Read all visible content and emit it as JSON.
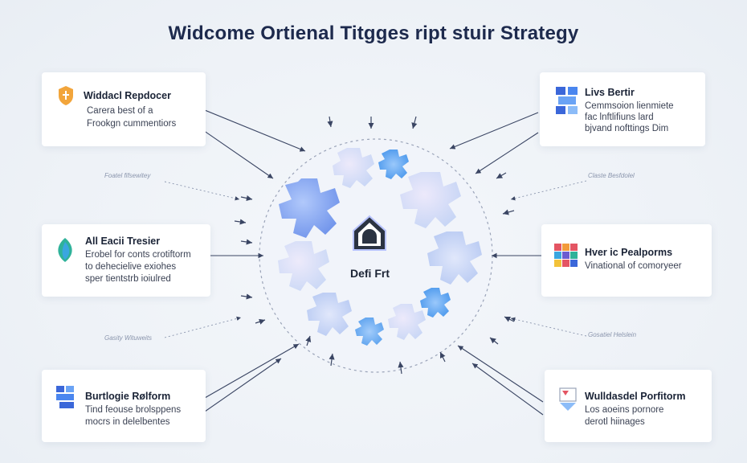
{
  "title": "Widcome Ortienal Titgges ript stuir Strategy",
  "center": {
    "label": "Defi Frt"
  },
  "cards": [
    {
      "id": "top-left",
      "title": "Widdacl Repdocer",
      "lines": [
        "Carera best of a",
        "Frookgn cummentiors"
      ]
    },
    {
      "id": "top-right",
      "title": "Livs Bertir",
      "lines": [
        "Cemmsoion lienmiete",
        "fac lnftlifiuns lard",
        "bjvand nofttings Dim"
      ]
    },
    {
      "id": "mid-left",
      "title": "All Eacii Tresier",
      "lines": [
        "Erobel for conts crotiftorm",
        "to dehecielive exiohes",
        "sper tientstrb ioiulred"
      ]
    },
    {
      "id": "mid-right",
      "title": "Hver ic Pealporms",
      "lines": [
        "Vinational of comoryeer"
      ]
    },
    {
      "id": "bottom-left",
      "title": "Burtlogie Rølform",
      "lines": [
        "Tind feouse brolsppens",
        "mocrs in delelbentes"
      ]
    },
    {
      "id": "bottom-right",
      "title": "Wulldasdel Porfitorm",
      "lines": [
        "Los aoeins pornore",
        "derotl hiinages"
      ]
    }
  ],
  "side_labels": {
    "upper_left": "Foatel fifsewitey",
    "upper_right": "Claste Besfdolel",
    "lower_left": "Gasity Wituweits",
    "lower_right": "Gosatiel Helslein"
  }
}
